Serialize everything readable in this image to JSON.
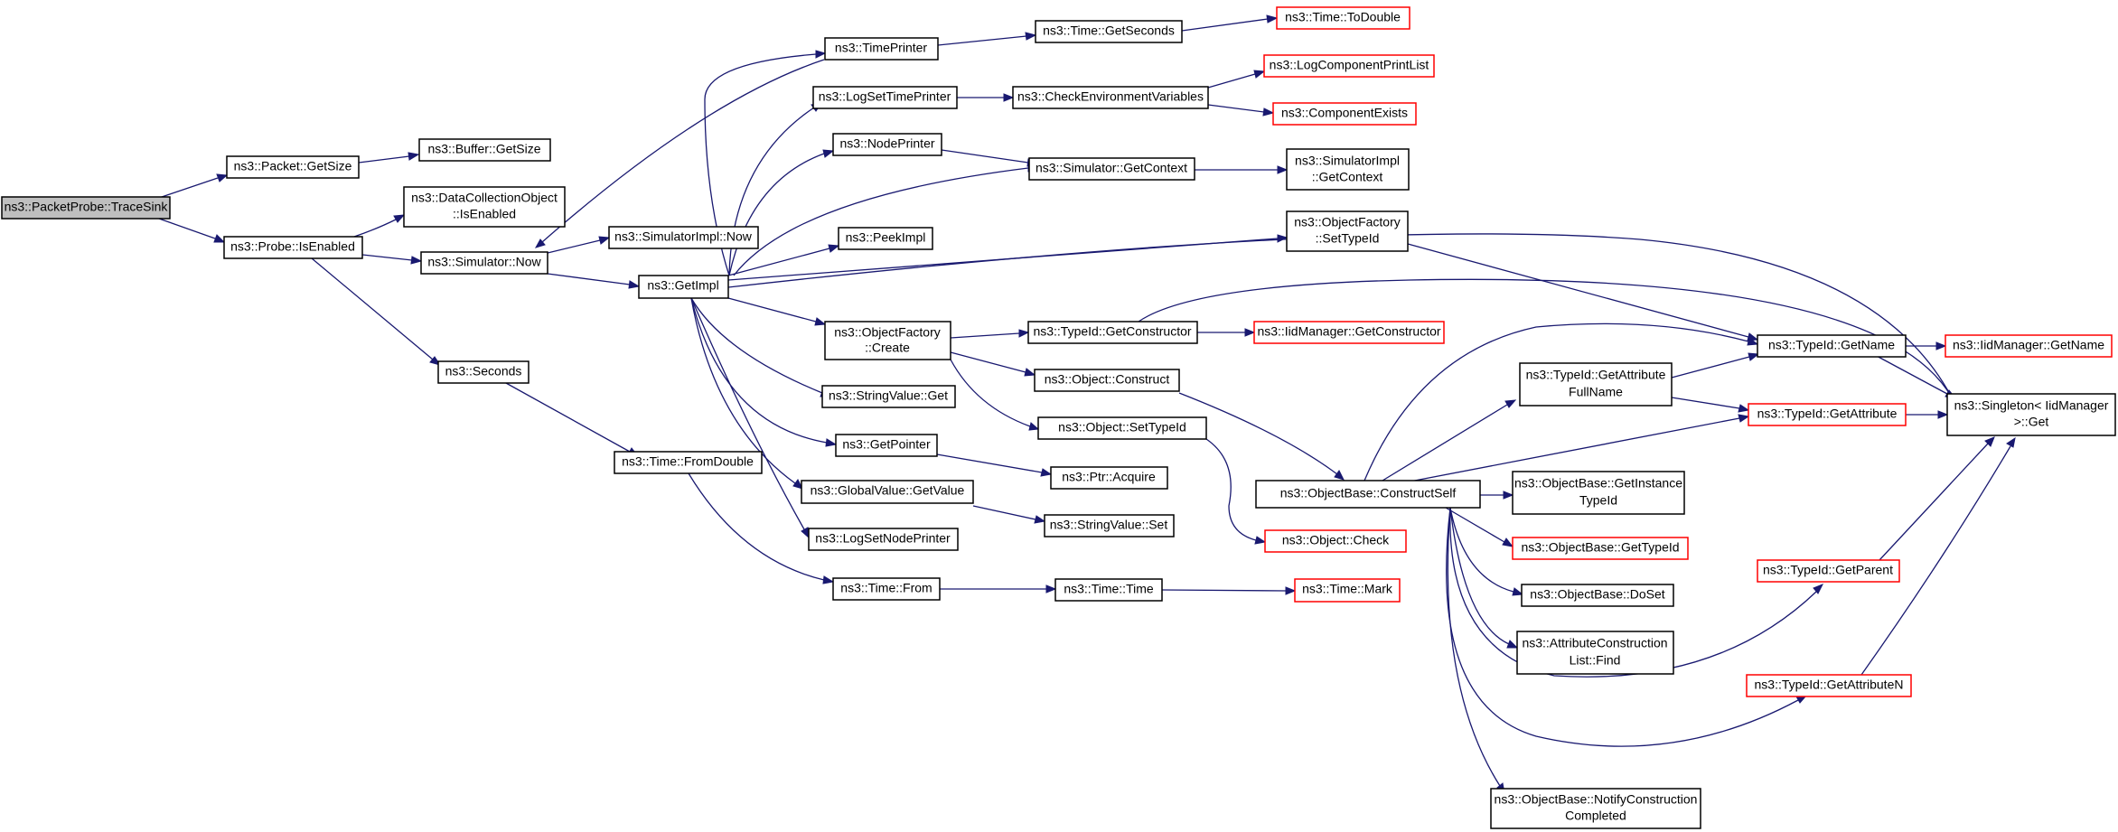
{
  "nodes": {
    "packetprobe_tracesink": [
      "ns3::PacketProbe::TraceSink"
    ],
    "packet_getsize": [
      "ns3::Packet::GetSize"
    ],
    "probe_isenabled": [
      "ns3::Probe::IsEnabled"
    ],
    "buffer_getsize": [
      "ns3::Buffer::GetSize"
    ],
    "datacollectionobject_isenabled": [
      "ns3::DataCollectionObject",
      "::IsEnabled"
    ],
    "simulator_now": [
      "ns3::Simulator::Now"
    ],
    "seconds": [
      "ns3::Seconds"
    ],
    "simulatorimpl_now": [
      "ns3::SimulatorImpl::Now"
    ],
    "getimpl": [
      "ns3::GetImpl"
    ],
    "time_fromdouble": [
      "ns3::Time::FromDouble"
    ],
    "timeprinter": [
      "ns3::TimePrinter"
    ],
    "logsettimeprinter": [
      "ns3::LogSetTimePrinter"
    ],
    "nodeprinter": [
      "ns3::NodePrinter"
    ],
    "peekimpl": [
      "ns3::PeekImpl"
    ],
    "objectfactory_create": [
      "ns3::ObjectFactory",
      "::Create"
    ],
    "stringvalue_get": [
      "ns3::StringValue::Get"
    ],
    "getpointer": [
      "ns3::GetPointer"
    ],
    "globalvalue_getvalue": [
      "ns3::GlobalValue::GetValue"
    ],
    "logsetnodeprinter": [
      "ns3::LogSetNodePrinter"
    ],
    "time_from": [
      "ns3::Time::From"
    ],
    "time_getseconds": [
      "ns3::Time::GetSeconds"
    ],
    "checkenvironmentvariables": [
      "ns3::CheckEnvironmentVariables"
    ],
    "simulator_getcontext": [
      "ns3::Simulator::GetContext"
    ],
    "typeid_getconstructor": [
      "ns3::TypeId::GetConstructor"
    ],
    "object_construct": [
      "ns3::Object::Construct"
    ],
    "object_settypeid": [
      "ns3::Object::SetTypeId"
    ],
    "ptr_acquire": [
      "ns3::Ptr::Acquire"
    ],
    "stringvalue_set": [
      "ns3::StringValue::Set"
    ],
    "time_time": [
      "ns3::Time::Time"
    ],
    "time_todouble": [
      "ns3::Time::ToDouble"
    ],
    "logcomponentprintlist": [
      "ns3::LogComponentPrintList"
    ],
    "componentexists": [
      "ns3::ComponentExists"
    ],
    "simulatorimpl_getcontext": [
      "ns3::SimulatorImpl",
      "::GetContext"
    ],
    "objectfactory_settypeid": [
      "ns3::ObjectFactory",
      "::SetTypeId"
    ],
    "iidmanager_getconstructor": [
      "ns3::IidManager::GetConstructor"
    ],
    "objectbase_constructself": [
      "ns3::ObjectBase::ConstructSelf"
    ],
    "object_check": [
      "ns3::Object::Check"
    ],
    "time_mark": [
      "ns3::Time::Mark"
    ],
    "typeid_getattributefullname": [
      "ns3::TypeId::GetAttribute",
      "FullName"
    ],
    "objectbase_getinstancetypeid": [
      "ns3::ObjectBase::GetInstance",
      "TypeId"
    ],
    "objectbase_gettypeid": [
      "ns3::ObjectBase::GetTypeId"
    ],
    "objectbase_doset": [
      "ns3::ObjectBase::DoSet"
    ],
    "attributeconstructionlist_find": [
      "ns3::AttributeConstruction",
      "List::Find"
    ],
    "objectbase_notifyconstructioncompleted": [
      "ns3::ObjectBase::NotifyConstruction",
      "Completed"
    ],
    "typeid_getname": [
      "ns3::TypeId::GetName"
    ],
    "typeid_getattribute": [
      "ns3::TypeId::GetAttribute"
    ],
    "typeid_getparent": [
      "ns3::TypeId::GetParent"
    ],
    "typeid_getattributen": [
      "ns3::TypeId::GetAttributeN"
    ],
    "iidmanager_getname": [
      "ns3::IidManager::GetName"
    ],
    "singleton_iidmanager_get": [
      "ns3::Singleton< IidManager",
      ">::Get"
    ]
  },
  "colors": {
    "edge": "#191970",
    "root_fill": "#bfbfbf",
    "node_border": "#000000",
    "external_node_border": "#ff0000"
  }
}
